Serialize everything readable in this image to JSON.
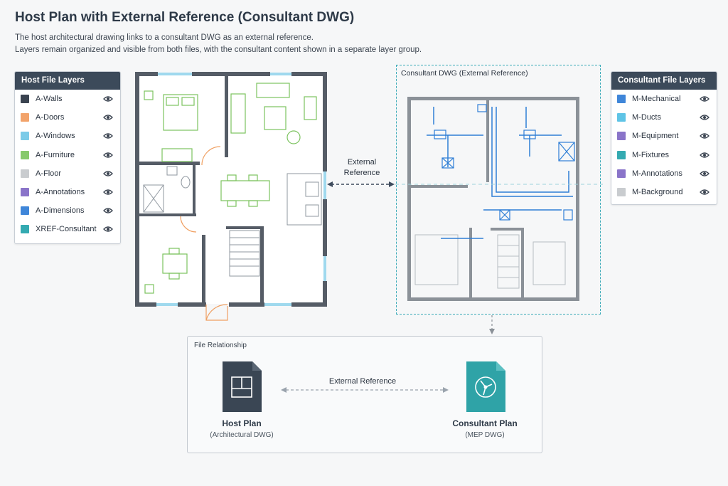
{
  "header": {
    "title": "Host Plan with External Reference (Consultant DWG)",
    "description_line1": "The host architectural drawing links to a consultant DWG as an external reference.",
    "description_line2": "Layers remain organized and visible from both files, with the consultant content shown in a separate layer group."
  },
  "host_panel": {
    "title": "Host File Layers",
    "layers": [
      {
        "name": "A-Walls",
        "color": "#3a4350"
      },
      {
        "name": "A-Doors",
        "color": "#f2a36b"
      },
      {
        "name": "A-Windows",
        "color": "#7ccbe8"
      },
      {
        "name": "A-Furniture",
        "color": "#86c96b"
      },
      {
        "name": "A-Floor",
        "color": "#c9cccf"
      },
      {
        "name": "A-Annotations",
        "color": "#8a74c9"
      },
      {
        "name": "A-Dimensions",
        "color": "#3f86d9"
      },
      {
        "name": "XREF-Consultant",
        "color": "#34aab1"
      }
    ]
  },
  "consultant_panel": {
    "title": "Consultant File Layers",
    "layers": [
      {
        "name": "M-Mechanical",
        "color": "#3f86d9"
      },
      {
        "name": "M-Ducts",
        "color": "#5fc4e6"
      },
      {
        "name": "M-Equipment",
        "color": "#8a74c9"
      },
      {
        "name": "M-Fixtures",
        "color": "#34aab1"
      },
      {
        "name": "M-Annotations",
        "color": "#8a74c9"
      },
      {
        "name": "M-Background",
        "color": "#c9cccf"
      }
    ]
  },
  "xref": {
    "title": "Consultant DWG (External Reference)",
    "link_label_line1": "External",
    "link_label_line2": "Reference"
  },
  "relationship": {
    "title": "File Relationship",
    "link_label": "External Reference",
    "host_main": "Host Plan",
    "host_sub": "(Architectural DWG)",
    "consultant_main": "Consultant Plan",
    "consultant_sub": "(MEP DWG)"
  },
  "colors": {
    "wall": "#555c66",
    "furniture": "#7cc35f",
    "door": "#f0a062",
    "window": "#7ccbe8",
    "duct": "#2f7fd6",
    "xref_border": "#3aaab8",
    "host_icon": "#3a4654",
    "consultant_icon": "#2fa3a7"
  }
}
